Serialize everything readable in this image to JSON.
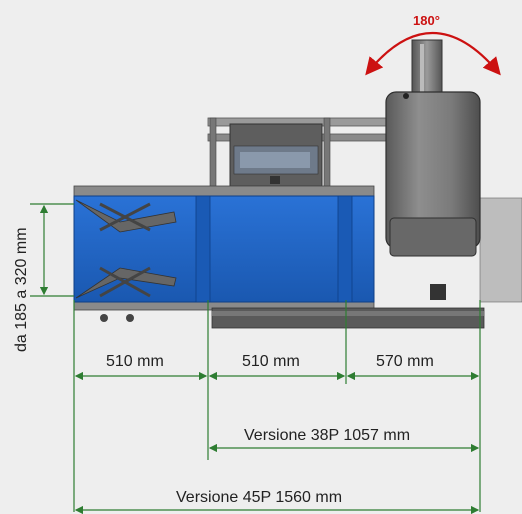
{
  "rotation": {
    "label": "180°",
    "color": "#cc1111"
  },
  "dimensions": {
    "height_range": "da 185 a 320 mm",
    "segment_1": "510 mm",
    "segment_2": "510 mm",
    "segment_3": "570 mm",
    "version_38p": "Versione 38P 1057 mm",
    "version_45p": "Versione 45P 1560 mm"
  },
  "colors": {
    "background": "#eeeeee",
    "belt": "#1f64c4",
    "dimension_line": "#2e7d32",
    "frame": "#7a7a7a",
    "dark_frame": "#4a4a4a"
  }
}
